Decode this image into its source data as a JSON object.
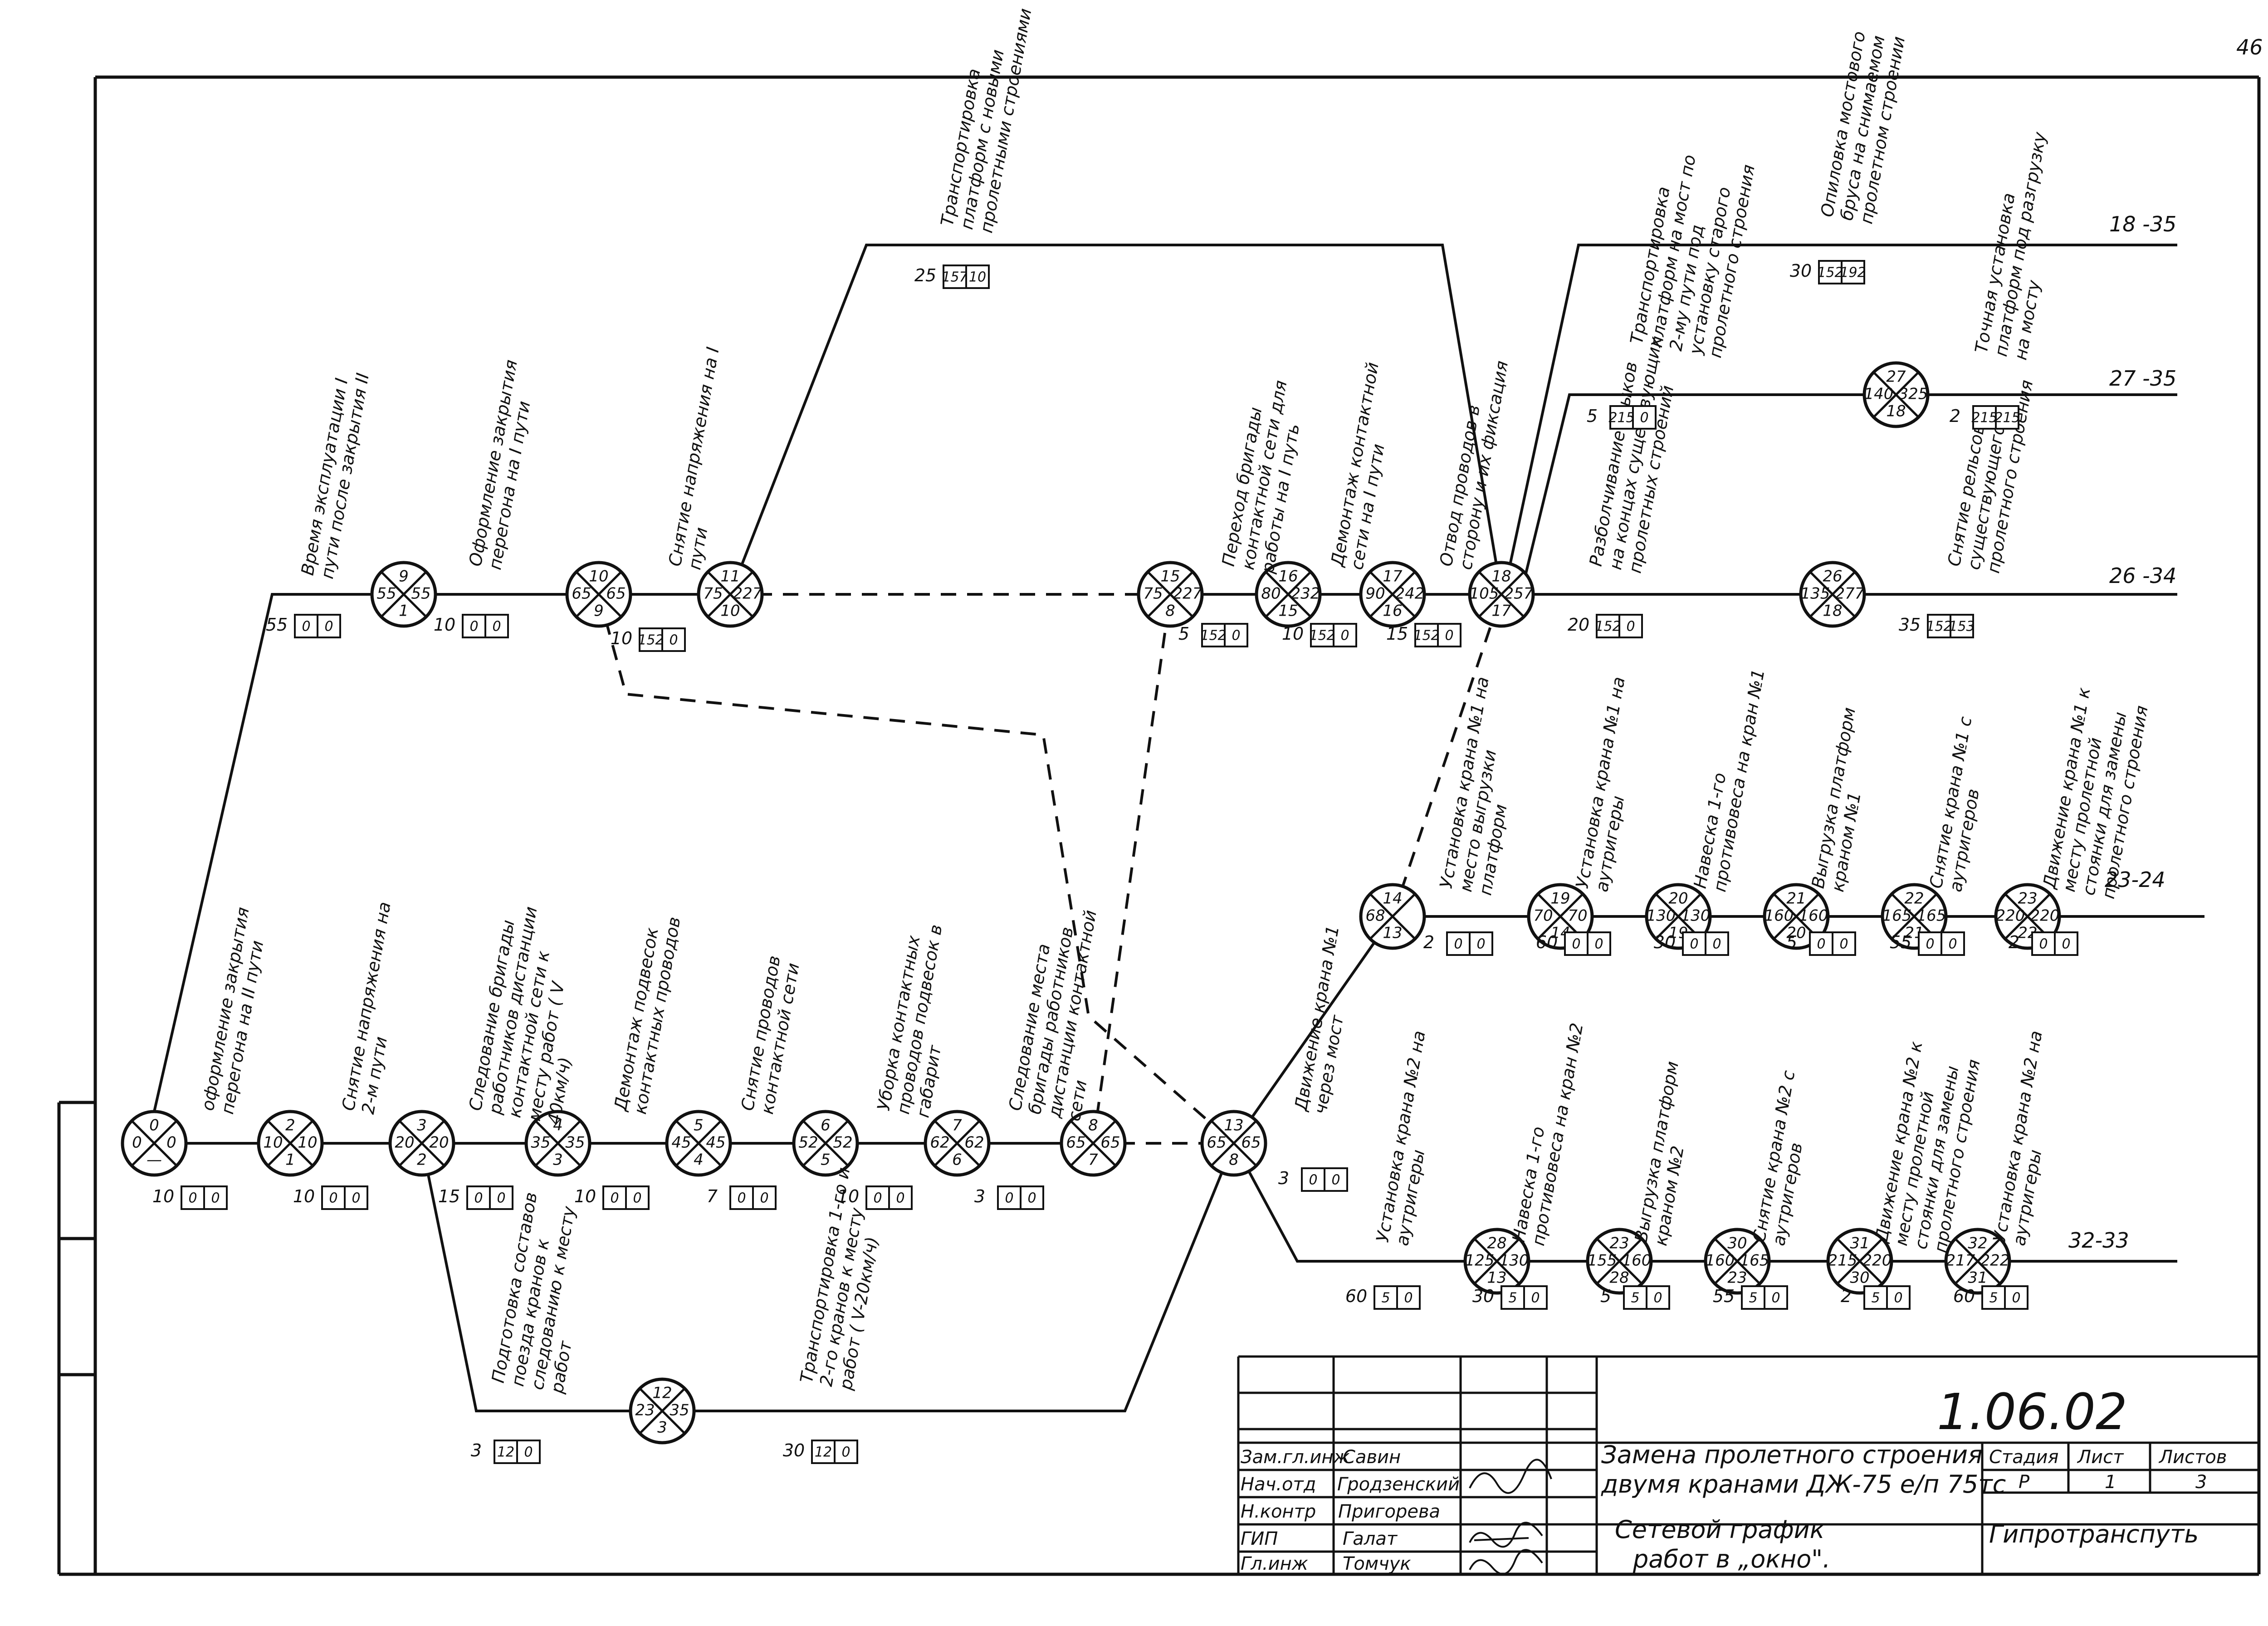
{
  "page_number": "46",
  "nodes": [
    {
      "id": "0",
      "es": "0",
      "lf": "0",
      "slack": "—"
    },
    {
      "id": "2",
      "es": "10",
      "lf": "10",
      "slack": "1"
    },
    {
      "id": "3",
      "es": "20",
      "lf": "20",
      "slack": "2"
    },
    {
      "id": "4",
      "es": "35",
      "lf": "35",
      "slack": "3"
    },
    {
      "id": "5",
      "es": "45",
      "lf": "45",
      "slack": "4"
    },
    {
      "id": "6",
      "es": "52",
      "lf": "52",
      "slack": "5"
    },
    {
      "id": "7",
      "es": "62",
      "lf": "62",
      "slack": "6"
    },
    {
      "id": "8",
      "es": "65",
      "lf": "65",
      "slack": "7"
    },
    {
      "id": "9",
      "es": "55",
      "lf": "55",
      "slack": "1"
    },
    {
      "id": "10",
      "es": "65",
      "lf": "65",
      "slack": "9"
    },
    {
      "id": "11",
      "es": "75",
      "lf": "227",
      "slack": "10"
    },
    {
      "id": "12",
      "es": "23",
      "lf": "35",
      "slack": "3"
    },
    {
      "id": "13",
      "es": "65",
      "lf": "65",
      "slack": "8"
    },
    {
      "id": "14",
      "es": "68",
      "lf": "",
      "slack": "13"
    },
    {
      "id": "15",
      "es": "75",
      "lf": "227",
      "slack": "8"
    },
    {
      "id": "16",
      "es": "80",
      "lf": "232",
      "slack": "15"
    },
    {
      "id": "17",
      "es": "90",
      "lf": "242",
      "slack": "16"
    },
    {
      "id": "18",
      "es": "105",
      "lf": "257",
      "slack": "17"
    },
    {
      "id": "19",
      "es": "70",
      "lf": "70",
      "slack": "14"
    },
    {
      "id": "20",
      "es": "130",
      "lf": "130",
      "slack": "19"
    },
    {
      "id": "21",
      "es": "160",
      "lf": "160",
      "slack": "20"
    },
    {
      "id": "22",
      "es": "165",
      "lf": "165",
      "slack": "21"
    },
    {
      "id": "23",
      "es": "220",
      "lf": "220",
      "slack": "22"
    },
    {
      "id": "26",
      "es": "135",
      "lf": "277",
      "slack": "18"
    },
    {
      "id": "27",
      "es": "140",
      "lf": "325",
      "slack": "18"
    },
    {
      "id": "28",
      "es": "125",
      "lf": "130",
      "slack": "13"
    },
    {
      "id": "23b",
      "es": "155",
      "lf": "160",
      "slack": "28"
    },
    {
      "id": "30",
      "es": "160",
      "lf": "165",
      "slack": "23"
    },
    {
      "id": "31",
      "es": "215",
      "lf": "220",
      "slack": "30"
    },
    {
      "id": "32",
      "es": "217",
      "lf": "222",
      "slack": "31"
    }
  ],
  "edges": [
    {
      "duration": "10",
      "r1": "0",
      "r2": "0",
      "label": "оформление закрытия перегона на II пути"
    },
    {
      "duration": "10",
      "r1": "0",
      "r2": "0",
      "label": "Снятие напряжения на 2-м пути"
    },
    {
      "duration": "15",
      "r1": "0",
      "r2": "0",
      "label": "Следование бригады работников дистанции контактной сети к месту работ ( V 40км/ч)"
    },
    {
      "duration": "10",
      "r1": "0",
      "r2": "0",
      "label": "Демонтаж подвесок контактных проводов"
    },
    {
      "duration": "7",
      "r1": "0",
      "r2": "0",
      "label": "Снятие проводов контактной сети"
    },
    {
      "duration": "10",
      "r1": "0",
      "r2": "0",
      "label": "Уборка контактных проводов подвесок в габарит"
    },
    {
      "duration": "3",
      "r1": "0",
      "r2": "0",
      "label": "Следование места бригады работников дистанции контактной сети"
    },
    {
      "duration": "55",
      "r1": "0",
      "r2": "0",
      "label": "Время эксплуатации I пути после закрытия II"
    },
    {
      "duration": "10",
      "r1": "0",
      "r2": "0",
      "label": "Оформление закрытия перегона на I пути"
    },
    {
      "duration": "10",
      "r1": "152",
      "r2": "0",
      "label": "Снятие напряжения на I пути"
    },
    {
      "duration": "25",
      "r1": "157",
      "r2": "10",
      "label": "Транспортировка платформ с новыми пролетными строениями"
    },
    {
      "duration": "5",
      "r1": "152",
      "r2": "0",
      "label": "Переход бригады контактной сети для работы на I путь"
    },
    {
      "duration": "10",
      "r1": "152",
      "r2": "0",
      "label": "Демонтаж контактной сети на I пути"
    },
    {
      "duration": "15",
      "r1": "152",
      "r2": "0",
      "label": "Отвод проводов в сторону и их фиксация"
    },
    {
      "duration": "3",
      "r1": "12",
      "r2": "0",
      "label": "Подготовка составов поезда кранов к следованию к месту работ"
    },
    {
      "duration": "30",
      "r1": "12",
      "r2": "0",
      "label": "Транспортировка 1-го и 2-го кранов к месту работ ( V-20км/ч)"
    },
    {
      "duration": "3",
      "r1": "0",
      "r2": "0",
      "label": "Движение крана №1 через мост"
    },
    {
      "duration": "2",
      "r1": "0",
      "r2": "0",
      "label": "Установка крана №1 на место выгрузки платформ"
    },
    {
      "duration": "60",
      "r1": "0",
      "r2": "0",
      "label": "Установка крана №1 на аутригеры"
    },
    {
      "duration": "30",
      "r1": "0",
      "r2": "0",
      "label": "Навеска 1-го противовеса на кран №1"
    },
    {
      "duration": "5",
      "r1": "0",
      "r2": "0",
      "label": "Выгрузка платформ краном №1"
    },
    {
      "duration": "55",
      "r1": "0",
      "r2": "0",
      "label": "Снятие крана №1 с аутригеров"
    },
    {
      "duration": "2",
      "r1": "0",
      "r2": "0",
      "label": "Движение крана №1 к месту пролетной стоянки для замены пролетного строения"
    },
    {
      "duration": "60",
      "r1": "5",
      "r2": "0",
      "label": "Установка крана №2 на аутригеры"
    },
    {
      "duration": "30",
      "r1": "5",
      "r2": "0",
      "label": "Навеска 1-го противовеса на кран №2"
    },
    {
      "duration": "5",
      "r1": "5",
      "r2": "0",
      "label": "Выгрузка платформ краном №2"
    },
    {
      "duration": "55",
      "r1": "5",
      "r2": "0",
      "label": "Снятие крана №2 с аутригеров"
    },
    {
      "duration": "2",
      "r1": "5",
      "r2": "0",
      "label": "Движение крана №2 к месту пролетной стоянки для замены пролетного строения"
    },
    {
      "duration": "60",
      "r1": "5",
      "r2": "0",
      "label": "Установка крана №2 на аутригеры"
    },
    {
      "duration": "20",
      "r1": "152",
      "r2": "0",
      "label": "Разболчивание стыков на концах существующих пролетных строений"
    },
    {
      "duration": "35",
      "r1": "152",
      "r2": "153",
      "label": "Снятие рельсов с существующего пролетного строения"
    },
    {
      "duration": "5",
      "r1": "215",
      "r2": "0",
      "label": "Транспортировка платформ на мост по 2-му пути под установку старого пролетного строения"
    },
    {
      "duration": "2",
      "r1": "215",
      "r2": "215",
      "label": "Точная установка платформ под разгрузку на мосту"
    },
    {
      "duration": "30",
      "r1": "152",
      "r2": "192",
      "label": "Опиловка мостового бруса на снимаемом пролетном строении"
    }
  ],
  "terminals": [
    "18 -35",
    "27 -35",
    "26 -34",
    "23-24",
    "32-33"
  ],
  "title_block": {
    "code": "1.06.02",
    "roles": [
      "Зам.гл.инж",
      "Нач.отд",
      "Н.контр",
      "ГИП",
      "Гл.инж"
    ],
    "names": [
      "Савин",
      "Гродзенский",
      "Пригорева",
      "Галат",
      "Томчук"
    ],
    "description_1": "Замена пролетного строения",
    "description_2": "двумя кранами ДЖ-75 е/п 75тс",
    "drawing_title_1": "Сетевой график",
    "drawing_title_2": "работ в „окно\".",
    "stage_label": "Стадия",
    "sheet_label": "Лист",
    "sheets_label": "Листов",
    "stage": "Р",
    "sheet": "1",
    "sheets": "3",
    "organization": "Гипротранспуть"
  }
}
